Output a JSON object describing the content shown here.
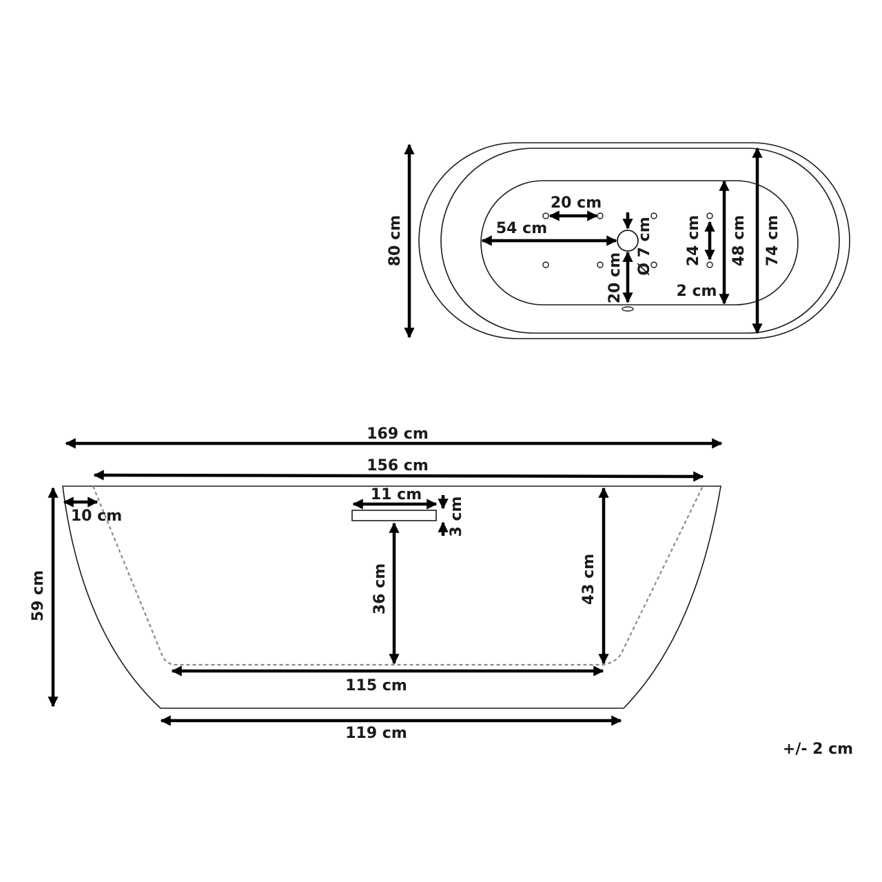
{
  "top_view": {
    "length_80": "80 cm",
    "width_74": "74 cm",
    "width_48": "48 cm",
    "jets_24": "24 cm",
    "jets_20_horizontal": "20 cm",
    "drain_54": "54 cm",
    "drain_diameter": "Ø 7 cm",
    "drain_20_vertical": "20 cm",
    "offset_2": "2 cm"
  },
  "side_view": {
    "length_169": "169 cm",
    "length_156": "156 cm",
    "overflow_11": "11 cm",
    "overflow_3": "3 cm",
    "rim_10": "10 cm",
    "height_59": "59 cm",
    "height_36": "36 cm",
    "depth_43": "43 cm",
    "floor_115": "115 cm",
    "base_119": "119 cm"
  },
  "tolerance": "+/- 2 cm"
}
